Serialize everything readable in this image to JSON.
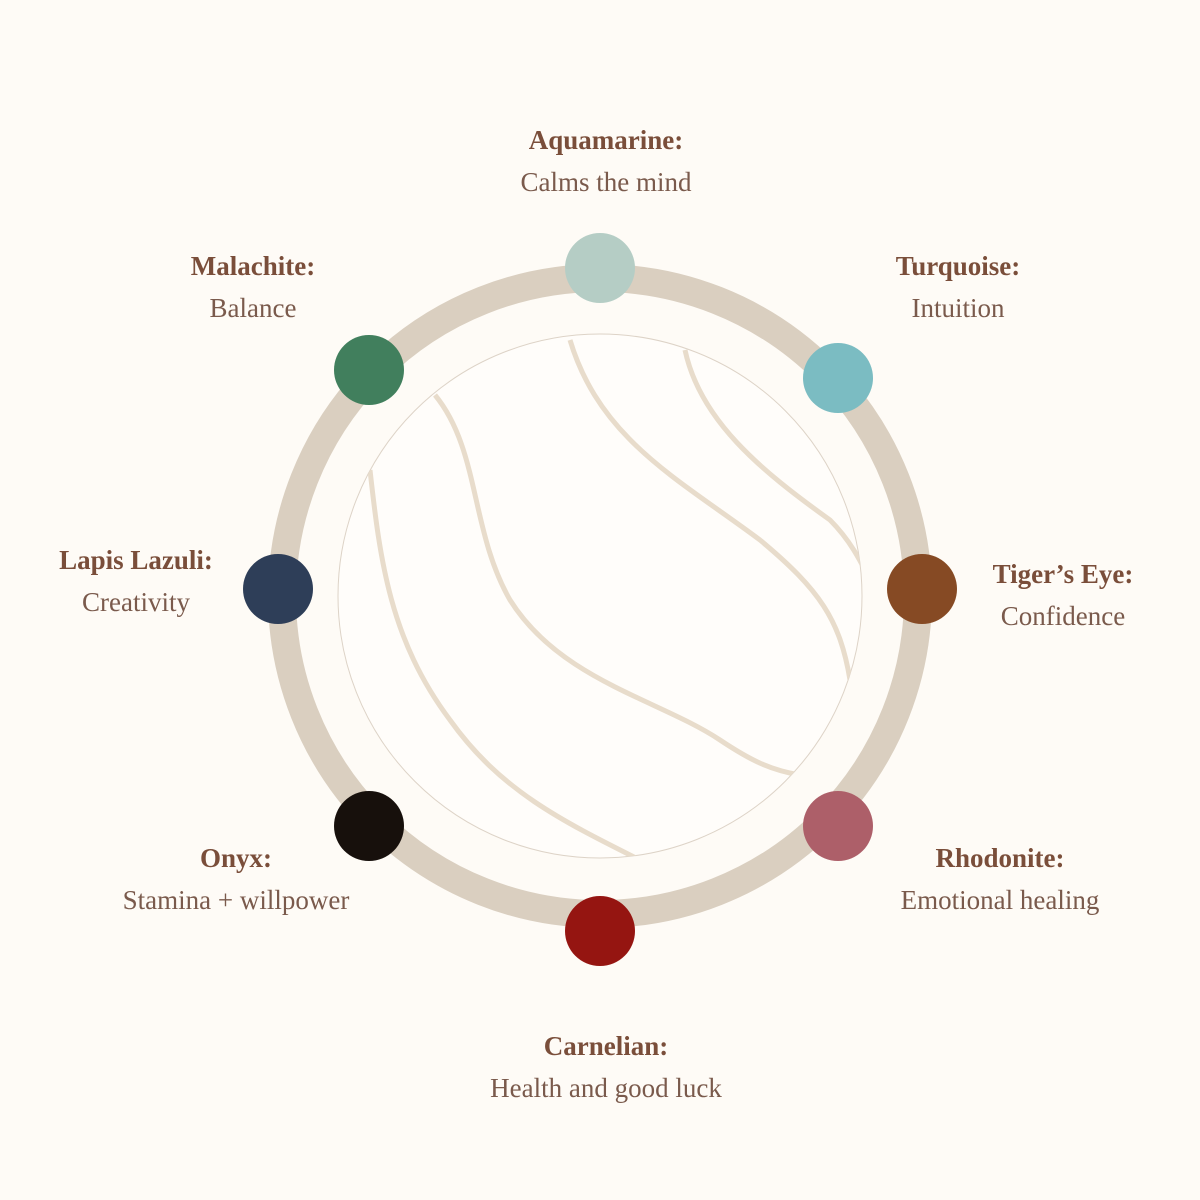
{
  "stones": [
    {
      "name": "Aquamarine:",
      "meaning": "Calms the mind",
      "color": "#b5cdc5"
    },
    {
      "name": "Turquoise:",
      "meaning": "Intuition",
      "color": "#7bbcc2"
    },
    {
      "name": "Tiger’s Eye:",
      "meaning": "Confidence",
      "color": "#864a24"
    },
    {
      "name": "Rhodonite:",
      "meaning": "Emotional healing",
      "color": "#ad5f69"
    },
    {
      "name": "Carnelian:",
      "meaning": "Health and good luck",
      "color": "#951511"
    },
    {
      "name": "Onyx:",
      "meaning": "Stamina + willpower",
      "color": "#17100c"
    },
    {
      "name": "Lapis Lazuli:",
      "meaning": "Creativity",
      "color": "#2e3e58"
    },
    {
      "name": "Malachite:",
      "meaning": "Balance",
      "color": "#417f5d"
    }
  ],
  "ring_color": "#dacfc0"
}
